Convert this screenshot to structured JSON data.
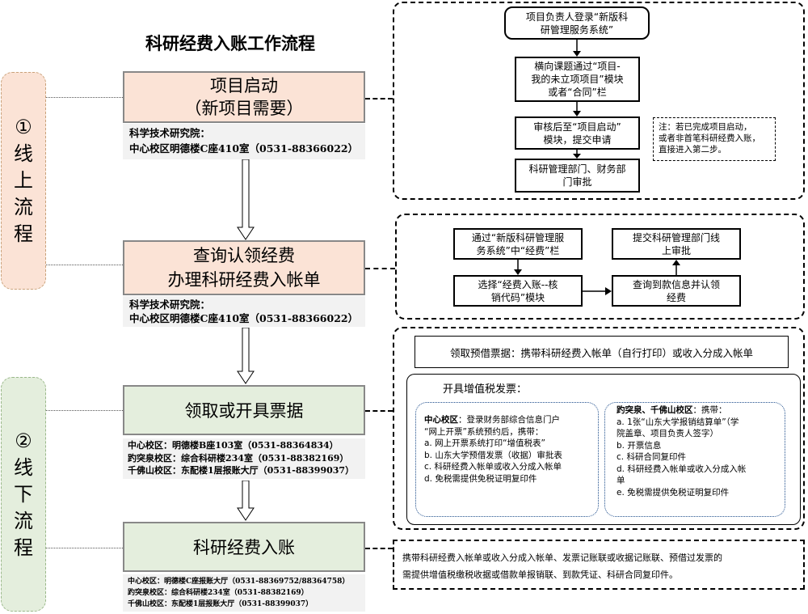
{
  "title": "科研经费入账工作流程",
  "online": {
    "c1": "①",
    "c2": "线",
    "c3": "上",
    "c4": "流",
    "c5": "程"
  },
  "offline": {
    "c1": "②",
    "c2": "线",
    "c3": "下",
    "c4": "流",
    "c5": "程"
  },
  "stage1": {
    "line1": "项目启动",
    "line2": "（新项目需要）",
    "info1": "科学技术研究院：",
    "info2": "中心校区明德楼C座410室（0531-88366022）"
  },
  "stage2": {
    "line1": "查询认领经费",
    "line2": "办理科研经费入帐单",
    "info1": "科学技术研究院：",
    "info2": "中心校区明德楼C座410室（0531-88366022）"
  },
  "stage3": {
    "line1": "领取或开具票据",
    "info1": "中心校区：明德楼B座103室（0531-88364834）",
    "info2": "趵突泉校区：综合科研楼234室（0531-88382169）",
    "info3": "千佛山校区：东配楼1层报账大厅（0531-88399037）"
  },
  "stage4": {
    "line1": "科研经费入账",
    "info1": "中心校区：明德楼C座报账大厅（0531-88369752/88364758）",
    "info2": "趵突泉校区：综合科研楼234室（0531-88382169）",
    "info3": "千佛山校区：东配楼1层报账大厅（0531-88399037）"
  },
  "panel1": {
    "box1": [
      "项目负责人登录“新版科",
      "研管理服务系统”"
    ],
    "box2": [
      "横向课题通过“项目-",
      "我的未立项项目”模块",
      "或者“合同”栏"
    ],
    "box3": [
      "审核后至“项目启动”",
      "模块，提交申请"
    ],
    "box4": [
      "科研管理部门、财务部",
      "门审批"
    ],
    "note": [
      "注：若已完成项目启动，",
      "或者非首笔科研经费入账，",
      "直接进入第二步。"
    ]
  },
  "panel2": {
    "box1": [
      "通过“新版科研管理服",
      "务系统”中“经费”栏"
    ],
    "box2": [
      "选择“经费入账--核",
      "销代码”模块"
    ],
    "box3": [
      "查询到款信息并认领",
      "经费"
    ],
    "box4": [
      "提交科研管理部门线",
      "上审批"
    ]
  },
  "panel3": {
    "prepay": "领取预借票据：携带科研经费入帐单（自行打印）或收入分成入帐单",
    "vat_title": "开具增值税发票：",
    "center": {
      "lead_bold": "中心校区",
      "lead_rest": "：登录财务部综合信息门户",
      "l2": "“网上开票”系统预约后，携带：",
      "l3": "a. 网上开票系统打印“增值税表”",
      "l4": "b. 山东大学预借发票（收据）审批表",
      "l5": "c. 科研经费入帐单或收入分成入帐单",
      "l6": "d. 免税需提供免税证明复印件"
    },
    "other": {
      "lead_bold": "趵突泉、千佛山校区",
      "lead_rest": "：携带：",
      "l2": "a. 1张“山东大学报销结算单”（学",
      "l3": "院盖章、项目负责人签字）",
      "l4": "b. 开票信息",
      "l5": "c. 科研合同复印件",
      "l6": "d. 科研经费入帐单或收入分成入帐",
      "l7": "单",
      "l8": "e. 免税需提供免税证明复印件"
    }
  },
  "panel4": {
    "l1": "携带科研经费入帐单或收入分成入帐单、发票记账联或收据记账联、预借过发票的",
    "l2": "需提供增值税缴税收据或借款单报销联、到款凭证、科研合同复印件。"
  }
}
